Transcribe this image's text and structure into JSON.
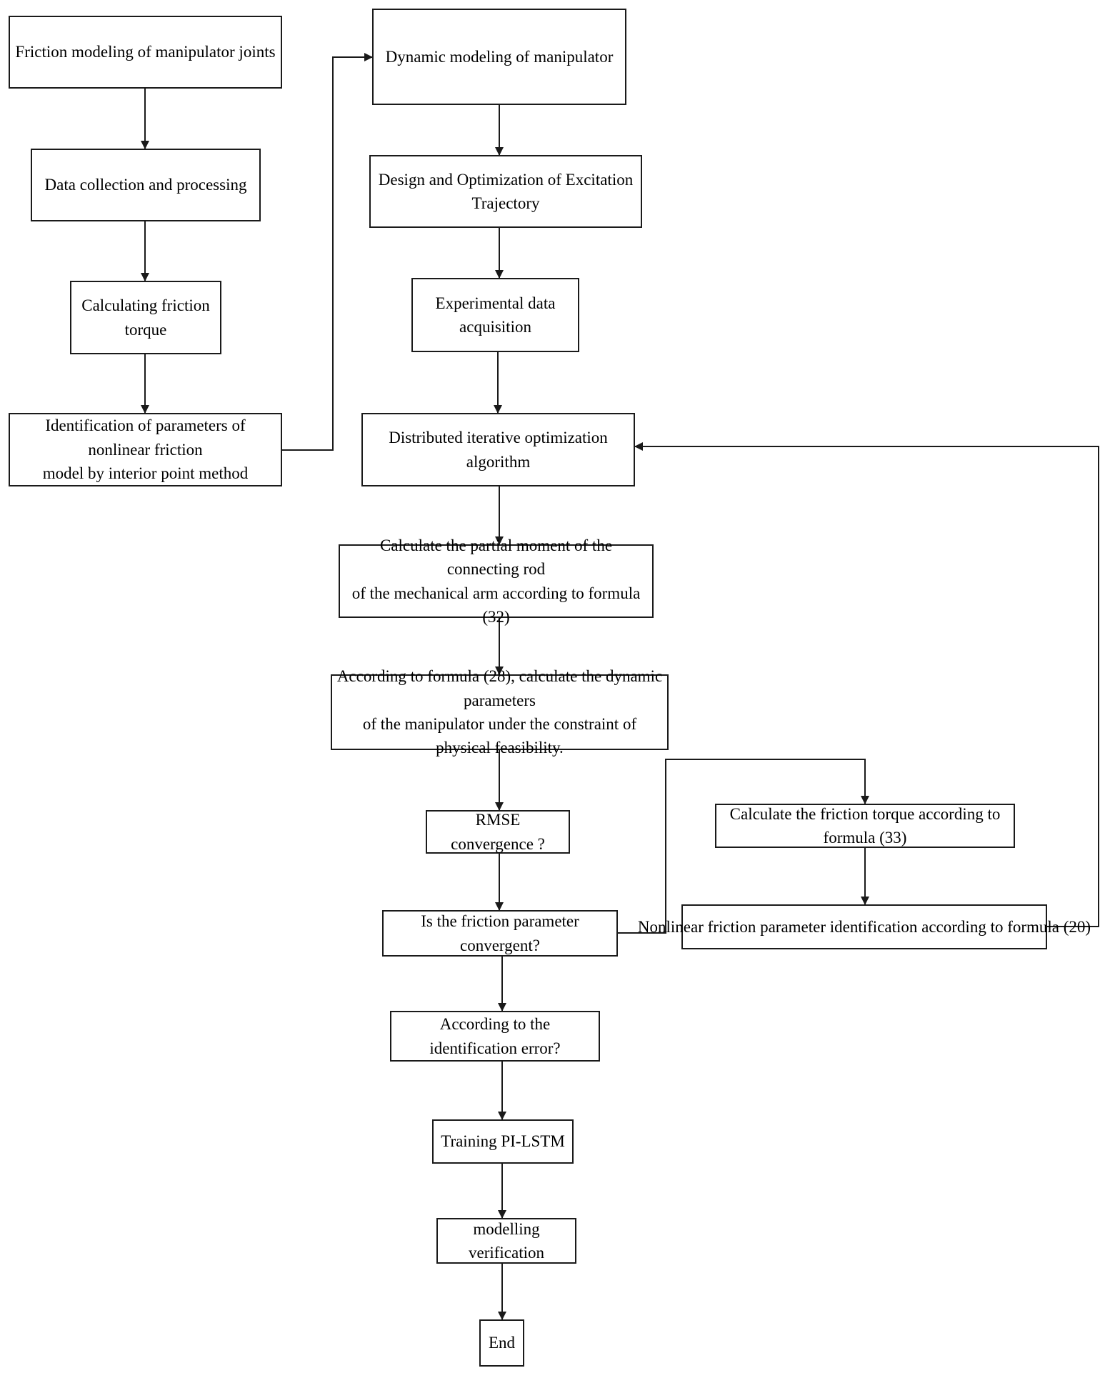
{
  "diagram": {
    "nodes": {
      "friction_modeling": "Friction modeling of manipulator joints",
      "data_collection": "Data collection and processing",
      "calc_friction_torque": "Calculating friction torque",
      "identification_interior_line1": "Identification of parameters of nonlinear friction",
      "identification_interior_line2": "model by interior point method",
      "dynamic_modeling": "Dynamic modeling of manipulator",
      "excitation_trajectory": "Design and Optimization of Excitation Trajectory",
      "experimental_data": "Experimental data acquisition",
      "distributed_algorithm": "Distributed iterative optimization algorithm",
      "partial_moment_line1": "Calculate the partial moment of the connecting rod",
      "partial_moment_line2": "of the mechanical arm according to formula (32)",
      "dynamic_params_line1": "According to formula (28), calculate the dynamic parameters",
      "dynamic_params_line2": "of the manipulator under the constraint of physical feasibility.",
      "rmse_convergence": "RMSE convergence ?",
      "friction_convergent": "Is the friction parameter convergent?",
      "identification_error": "According to the identification error?",
      "training_pilstm": "Training PI-LSTM",
      "modelling_verification": "modelling verification",
      "end": "End",
      "friction_torque_formula33": "Calculate the friction torque according to formula (33)",
      "nonlinear_identification_formula20": "Nonlinear friction parameter identification according to formula (20)"
    },
    "colors": {
      "stroke": "#1a1a1a",
      "background": "#ffffff",
      "text": "#000000"
    }
  }
}
